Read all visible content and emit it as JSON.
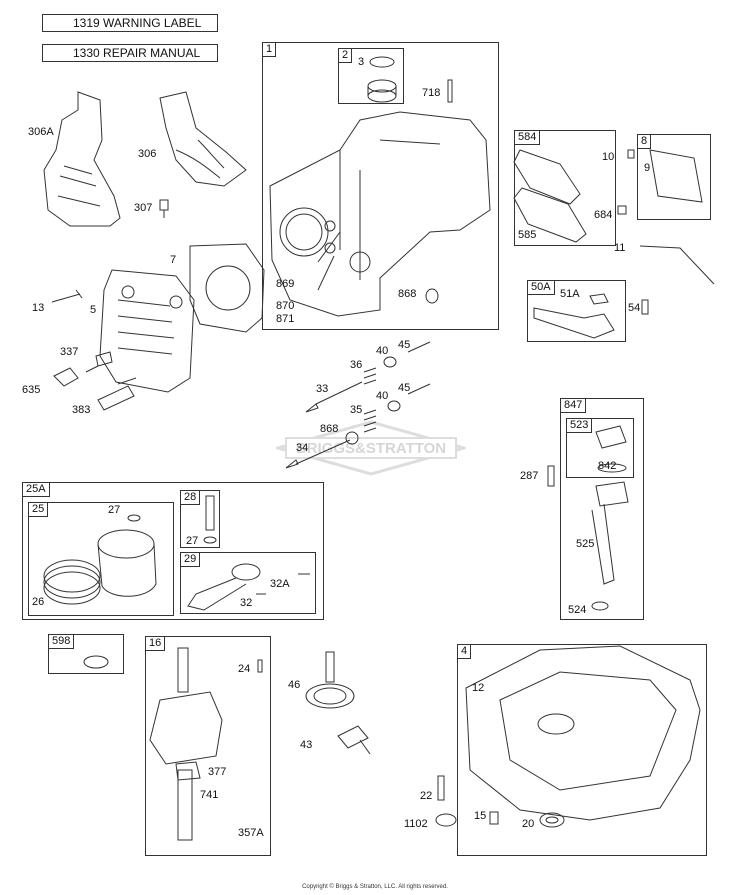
{
  "headers": {
    "warning_label": "1319 WARNING LABEL",
    "repair_manual": "1330 REPAIR MANUAL"
  },
  "boxes": {
    "b1": "1",
    "b2": "2",
    "b584": "584",
    "b8": "8",
    "b50A": "50A",
    "b847": "847",
    "b523": "523",
    "b25A": "25A",
    "b25": "25",
    "b28": "28",
    "b29": "29",
    "b598": "598",
    "b16": "16",
    "b4": "4"
  },
  "labels": {
    "l306A": "306A",
    "l306": "306",
    "l307": "307",
    "l7": "7",
    "l13": "13",
    "l5": "5",
    "l337": "337",
    "l635": "635",
    "l383": "383",
    "l3": "3",
    "l718": "718",
    "l869": "869",
    "l870": "870",
    "l871": "871",
    "l868a": "868",
    "l585": "585",
    "l10": "10",
    "l9": "9",
    "l684": "684",
    "l11": "11",
    "l51A": "51A",
    "l54": "54",
    "l45a": "45",
    "l40a": "40",
    "l36": "36",
    "l33": "33",
    "l45b": "45",
    "l40b": "40",
    "l35": "35",
    "l868b": "868",
    "l34": "34",
    "l287": "287",
    "l842": "842",
    "l525": "525",
    "l524": "524",
    "l27a": "27",
    "l26": "26",
    "l27b": "27",
    "l32A": "32A",
    "l32": "32",
    "l24": "24",
    "l46": "46",
    "l43": "43",
    "l377": "377",
    "l741": "741",
    "l357A": "357A",
    "l12": "12",
    "l22": "22",
    "l1102": "1102",
    "l15": "15",
    "l20": "20"
  },
  "watermark": "BRIGGS&STRATTON",
  "copyright": "Copyright © Briggs & Stratton, LLC. All rights reserved.",
  "colors": {
    "line": "#333333",
    "watermark": "#dddddd"
  }
}
